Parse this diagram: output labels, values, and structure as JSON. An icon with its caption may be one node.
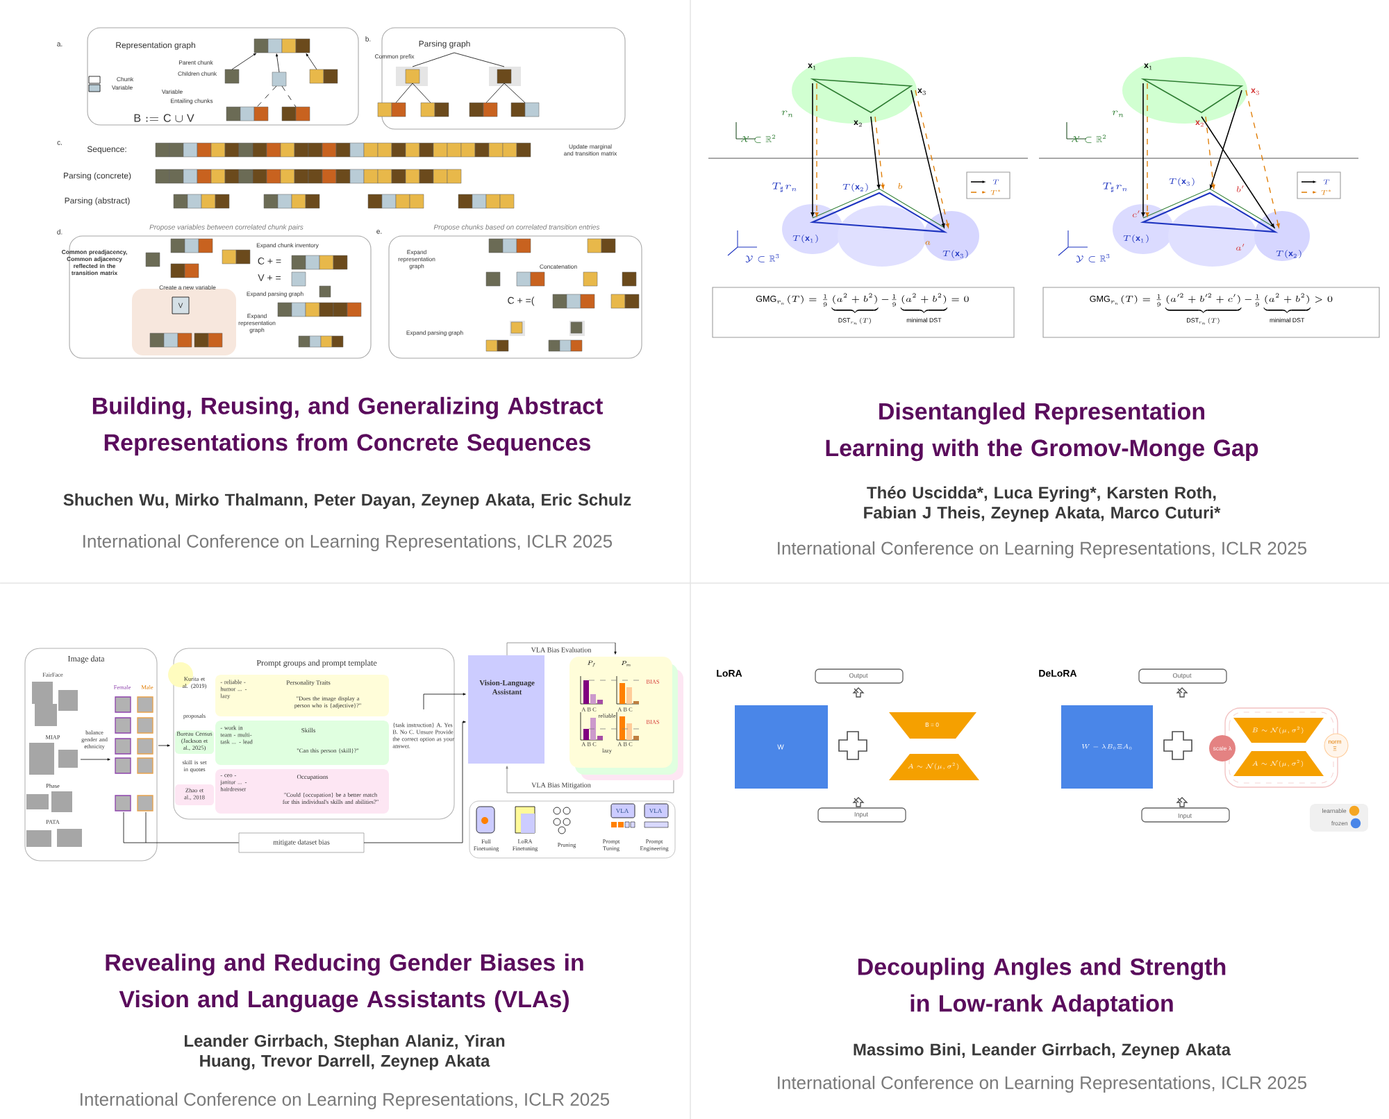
{
  "diagram": {
    "labels": [
      "a.",
      "Representation graph",
      "Chunk",
      "Parent chunk",
      "Children chunk",
      "Variable",
      "Variable",
      "Entailing chunks",
      "\\mathrm{B} := \\mathrm{C} \\cup \\mathrm{V}",
      "b.",
      "Parsing graph",
      "Common prefix",
      "c.",
      "Sequence:",
      "Update marginal and transition matrix",
      "Parsing (concrete)",
      "Parsing (abstract)",
      "d.",
      "Propose variables between correlated chunk pairs",
      "e.",
      "Propose chunks based on correlated transition entries",
      "Common preadjacency, Common adjacency reflected in the transition matrix",
      "Expand chunk inventory",
      "C + =",
      "V + =",
      "Create a new variable",
      "V",
      "Expand parsing graph",
      "Expand representation graph",
      "Expand representation graph",
      "Concatenation",
      "C + =(",
      "Expand parsing graph",
      "Building, Reusing, and Generalizing Abstract Representations from Concrete Sequences",
      "Shuchen Wu, Mirko Thalmann, Peter Dayan, Zeynep Akata, Eric Schulz",
      "International Conference on Learning Representations, ICLR 2025",
      "\\mathbf{x}_1",
      "\\mathbf{x}_3",
      "\\mathbf{x}_2",
      "r_n",
      "\\mathcal{X} \\subset \\mathbb{R}^2",
      "T_\\sharp r_n",
      "T(\\mathbf{x}_2)",
      "b",
      "T(\\mathbf{x}_1)",
      "a",
      "T(\\mathbf{x}_3)",
      "\\mathcal{Y} \\subset \\mathbb{R}^3",
      "T",
      "T^{*}",
      "\\mathrm{GMG}_{r_n}(T) = \\tfrac{1}{9}\\underbrace{(a^2+b^2)}_{\\mathrm{DST}_{r_n}(T)} - \\tfrac{1}{9}\\underbrace{(a^2+b^2)}_{\\text{minimal DST}} = 0",
      "\\mathbf{x}_1",
      "\\mathbf{x}_3",
      "\\mathbf{x}_2",
      "r_n",
      "\\mathcal{X} \\subset \\mathbb{R}^2",
      "T_\\sharp r_n",
      "T(\\mathbf{x}_3)",
      "b'",
      "c'",
      "T(\\mathbf{x}_1)",
      "a'",
      "T(\\mathbf{x}_2)",
      "\\mathcal{Y} \\subset \\mathbb{R}^3",
      "T",
      "T^{*}",
      "\\mathrm{GMG}_{r_n}(T) = \\tfrac{1}{9}\\underbrace{(a'^2+b'^2+c')}_{\\mathrm{DST}_{r_n}(T)} - \\tfrac{1}{9}\\underbrace{(a^2+b^2)}_{\\text{minimal DST}} > 0",
      "Disentangled Representation Learning with the Gromov-Monge Gap",
      "Théo Uscidda*, Luca Eyring*, Karsten Roth, Fabian J Theis, Zeynep Akata, Marco Cuturi*",
      "International Conference on Learning Representations, ICLR 2025",
      "Image data",
      "FairFace",
      "MIAP",
      "Phase",
      "PATA",
      "balance gender and ethnicity",
      "Female",
      "Male",
      "Prompt groups and prompt template",
      "Kurita et al. (2019)",
      "proposals",
      "- reliable - humor ... - lazy",
      "Personality Traits",
      "\"Does the image display a person who is {adjective}?\"",
      "Bureau Census (Jackson et al., 2025)",
      "skill is set in quotes",
      "- work in team - multi-task ... - lead",
      "Skills",
      "\"Can this person {skill}?\"",
      "Zhao et al., 2018",
      "- ceo - janitor ... - hairdresser",
      "Occupations",
      "\"Could {occupation} be a better match for this individual's skills and abilities?\"",
      "{task instruction} A. Yes B. No C. Unsure Provide the correct option as your answer.",
      "mitigate dataset bias",
      "VLA Bias Evaluation",
      "Vision-Language Assistant",
      "P_f",
      "P_m",
      "BIAS",
      "A B C",
      "A B C",
      "reliable",
      "BIAS",
      "A B C",
      "A B C",
      "lazy",
      "VLA Bias Mitigation",
      "VLA",
      "VLA",
      "Full Finetuning",
      "LoRA Finetuning",
      "Pruning",
      "Prompt Tuning",
      "Prompt Engineering",
      "Revealing and Reducing Gender Biases in Vision and Language Assistants (VLAs)",
      "Leander Girrbach, Stephan Alaniz, Yiran Huang, Trevor Darrell, Zeynep Akata",
      "International Conference on Learning Representations, ICLR 2025",
      "LoRA",
      "Output",
      "W",
      "B = 0",
      "A \\sim \\mathcal{N}(\\mu, \\sigma^2)",
      "Input",
      "DeLoRA",
      "Output",
      "W - \\lambda B_0 \\Xi A_0",
      "scale λ",
      "B \\sim \\mathcal{N}(\\mu, \\sigma^2)",
      "A \\sim \\mathcal{N}(\\mu, \\sigma^2)",
      "norm Ξ",
      "Input",
      "Decoupling Angles and Strength in Low-rank Adaptation",
      "Massimo Bini, Leander Girrbach, Zeynep Akata",
      "International Conference on Learning Representations, ICLR 2025"
    ],
    "legend": [
      {
        "text": "learnable",
        "color": "#f5a623"
      },
      {
        "text": "frozen",
        "color": "#4a86e8"
      }
    ]
  }
}
